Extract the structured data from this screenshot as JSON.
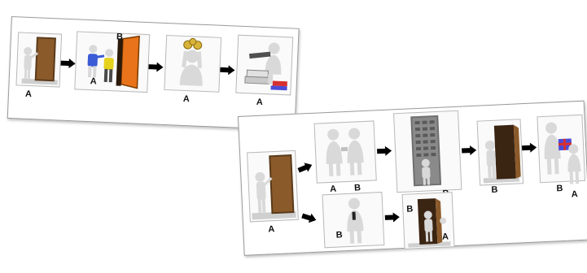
{
  "top_strip": {
    "labels": {
      "p1": "A",
      "p2_a": "A",
      "p2_b": "B",
      "p3": "A",
      "p4": "A"
    }
  },
  "bottom_strip": {
    "labels": {
      "start": "A",
      "handshake_a": "A",
      "handshake_b": "B",
      "locker": "B",
      "door_exit": "B",
      "gift_b": "B",
      "gift_a": "A",
      "phone_b": "B",
      "door_b": "B",
      "door_a": "A"
    }
  },
  "colors": {
    "door_wood": "#8b5a2b",
    "door_orange": "#e8731a",
    "figure": "#d9d9d9",
    "shirt_blue": "#3b5bd6",
    "shirt_yellow": "#e5d21d",
    "gift_blue": "#4b4bd8",
    "locker_gray": "#6f6f6f",
    "arrow": "#000000"
  }
}
